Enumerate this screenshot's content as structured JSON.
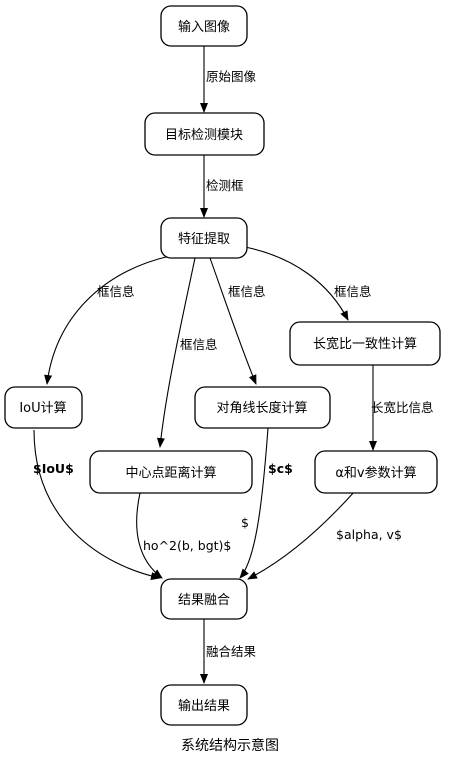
{
  "nodes": {
    "input_image": "输入图像",
    "detection": "目标检测模块",
    "feature": "特征提取",
    "aspect_ratio": "长宽比一致性计算",
    "iou": "IoU计算",
    "diagonal": "对角线长度计算",
    "center": "中心点距离计算",
    "alpha_v": "α和v参数计算",
    "fusion": "结果融合",
    "output": "输出结果"
  },
  "edges": {
    "input_to_detection": "原始图像",
    "detection_to_feature": "检测框",
    "feature_to_iou": "框信息",
    "feature_to_center": "框信息",
    "feature_to_diagonal": "框信息",
    "feature_to_aspect": "框信息",
    "aspect_to_alpha": "长宽比信息",
    "iou_to_fusion": "$IoU$",
    "center_to_fusion_line1": "$",
    "center_to_fusion_line2": "ho^2(b, bgt)$",
    "diagonal_to_fusion": "$c$",
    "alpha_to_fusion": "$alpha, v$",
    "fusion_to_output": "融合结果"
  },
  "caption": "系统结构示意图"
}
